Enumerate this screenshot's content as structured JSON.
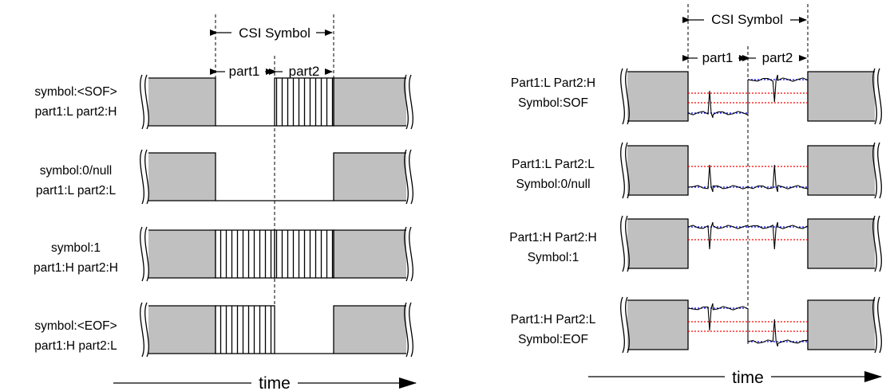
{
  "colors": {
    "block_fill": "#c0c0c0",
    "stroke": "#000000",
    "threshold_red": "#ff0000",
    "baseline_blue": "#0000ff",
    "background": "#ffffff"
  },
  "left_panel": {
    "csi_label": "CSI Symbol",
    "part1_label": "part1",
    "part2_label": "part2",
    "time_label": "time",
    "rows": [
      {
        "line1": "symbol:<SOF>",
        "line2": "part1:L part2:H",
        "part1": "L",
        "part2": "H"
      },
      {
        "line1": "symbol:0/null",
        "line2": "part1:L part2:L",
        "part1": "L",
        "part2": "L"
      },
      {
        "line1": "symbol:1",
        "line2": "part1:H part2:H",
        "part1": "H",
        "part2": "H"
      },
      {
        "line1": "symbol:<EOF>",
        "line2": "part1:H part2:L",
        "part1": "H",
        "part2": "L"
      }
    ]
  },
  "right_panel": {
    "csi_label": "CSI Symbol",
    "part1_label": "part1",
    "part2_label": "part2",
    "time_label": "time",
    "rows": [
      {
        "line1": "Part1:L Part2:H",
        "line2": "Symbol:SOF",
        "part1": "L",
        "part2": "H"
      },
      {
        "line1": "Part1:L Part2:L",
        "line2": "Symbol:0/null",
        "part1": "L",
        "part2": "L"
      },
      {
        "line1": "Part1:H Part2:H",
        "line2": "Symbol:1",
        "part1": "H",
        "part2": "H"
      },
      {
        "line1": "Part1:H Part2:L",
        "line2": "Symbol:EOF",
        "part1": "H",
        "part2": "L"
      }
    ]
  }
}
